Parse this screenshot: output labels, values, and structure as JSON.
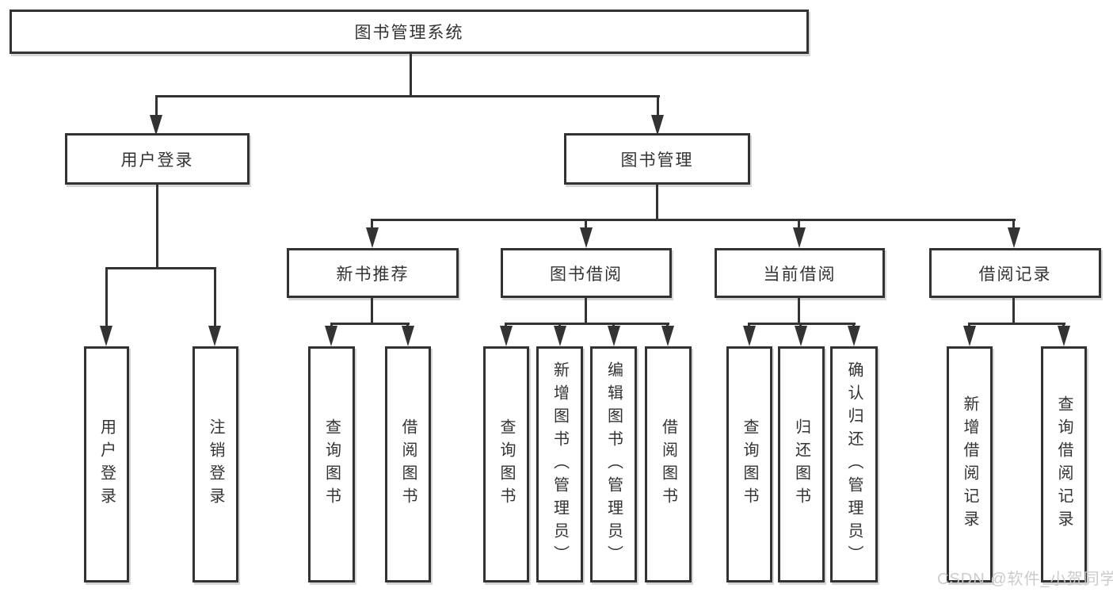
{
  "diagram_title": "图书管理系统",
  "tree": {
    "label": "图书管理系统",
    "children": [
      {
        "label": "用户登录",
        "children": [
          {
            "label": "用户登录"
          },
          {
            "label": "注销登录"
          }
        ]
      },
      {
        "label": "图书管理",
        "children": [
          {
            "label": "新书推荐",
            "children": [
              {
                "label": "查询图书"
              },
              {
                "label": "借阅图书"
              }
            ]
          },
          {
            "label": "图书借阅",
            "children": [
              {
                "label": "查询图书"
              },
              {
                "label": "新增图书（管理员）"
              },
              {
                "label": "编辑图书（管理员）"
              },
              {
                "label": "借阅图书"
              }
            ]
          },
          {
            "label": "当前借阅",
            "children": [
              {
                "label": "查询图书"
              },
              {
                "label": "归还图书"
              },
              {
                "label": "确认归还（管理员）"
              }
            ]
          },
          {
            "label": "借阅记录",
            "children": [
              {
                "label": "新增借阅记录"
              },
              {
                "label": "查询借阅记录"
              }
            ]
          }
        ]
      }
    ]
  },
  "watermark": {
    "text": "CSDN @软件_小贺同学"
  },
  "colors": {
    "line": "#333333",
    "text": "#333333",
    "bg": "#ffffff",
    "watermark": "#c9c9c9"
  }
}
